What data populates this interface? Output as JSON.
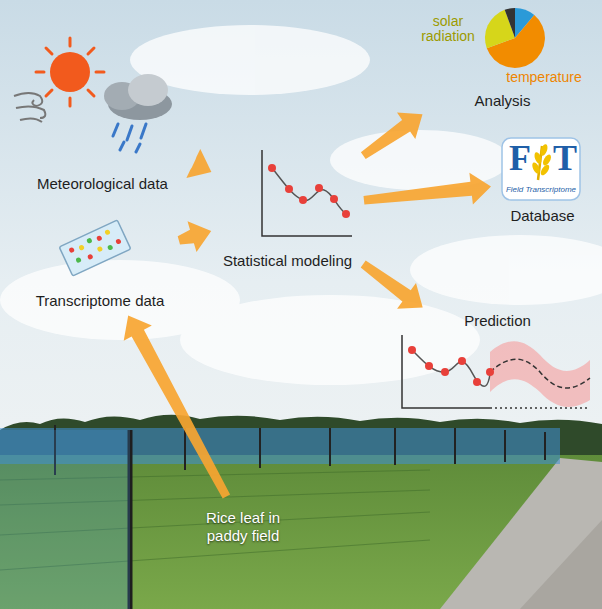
{
  "diagram": {
    "nodes": [
      {
        "text": [
          "Meteorological data"
        ]
      },
      {
        "text": [
          "Transcriptome data"
        ]
      },
      {
        "text": [
          "Statistical modeling"
        ]
      },
      {
        "text": [
          "Analysis"
        ]
      },
      {
        "text": [
          "Database"
        ]
      },
      {
        "text": [
          "Prediction"
        ]
      },
      {
        "text": [
          "Rice leaf in paddy field"
        ]
      }
    ],
    "edges": [
      {
        "from": 6,
        "to": 1,
        "arrow": "to"
      },
      {
        "from": 0,
        "to": 2,
        "arrow": "to"
      },
      {
        "from": 1,
        "to": 2,
        "arrow": "to"
      },
      {
        "from": 2,
        "to": 3,
        "arrow": "to"
      },
      {
        "from": 2,
        "to": 4,
        "arrow": "to"
      },
      {
        "from": 2,
        "to": 5,
        "arrow": "to"
      }
    ],
    "labels": [
      "solar radiation",
      "temperature",
      "F",
      "T",
      "Field Transcriptome"
    ]
  }
}
